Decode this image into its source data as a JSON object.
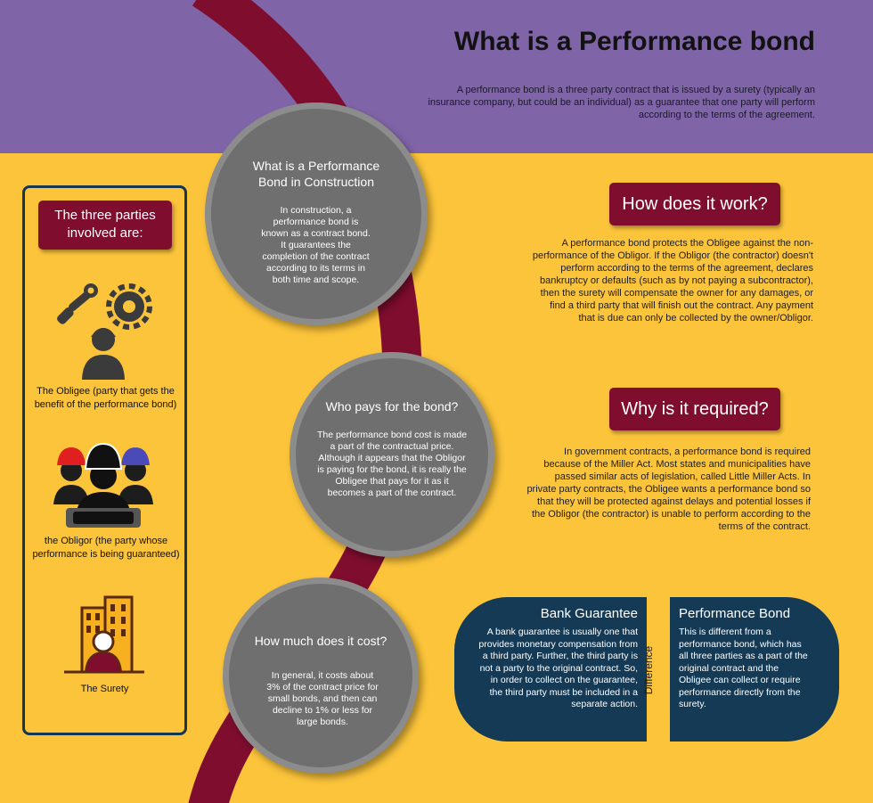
{
  "header": {
    "title": "What is a Performance bond",
    "intro": "A performance bond is a three party contract that is issued by a surety (typically an insurance company, but could be an individual) as a guarantee that one party will perform according to the terms of the agreement."
  },
  "parties": {
    "heading": "The three parties involved are:",
    "items": [
      {
        "label": "The Obligee (party that gets the benefit of the performance bond)",
        "icon": "obligee-icon"
      },
      {
        "label": "the Obligor (the party whose performance is being guaranteed)",
        "icon": "workers-icon"
      },
      {
        "label": "The Surety",
        "icon": "building-icon"
      }
    ]
  },
  "circles": {
    "construction": {
      "title": "What is a Performance Bond in Construction",
      "body": "In construction, a performance bond is known as a contract bond. It guarantees the completion of the contract according to its terms in both time and scope."
    },
    "who_pays": {
      "title": "Who pays for the bond?",
      "body": "The performance bond cost is made a part of the contractual price.  Although it appears that the Obligor is paying for the bond, it is really the Obligee that pays for it as it becomes a part of the contract."
    },
    "cost": {
      "title": "How much does it cost?",
      "body": "In general, it costs about 3% of the contract price for small bonds, and then can decline to 1% or less for large bonds."
    }
  },
  "how": {
    "heading": "How does it work?",
    "body": "A performance bond protects the Obligee against the non-performance of the Obligor. If the Obligor (the contractor) doesn't perform according to the terms of the agreement, declares bankruptcy or defaults (such as by not paying a subcontractor), then the surety will compensate the owner for any damages, or find a third party that will finish out the contract. Any payment that is due can only be collected by the owner/Obligor."
  },
  "why": {
    "heading": "Why is it required?",
    "body": "In government contracts, a performance bond is required because of the Miller Act.  Most states and municipalities have passed similar acts of legislation, called Little Miller Acts. In private party contracts, the Obligee wants a performance bond so that they will be protected against delays and potential losses if the Obligor (the contractor) is unable to perform according to the terms of the contract."
  },
  "difference": {
    "label": "Difference",
    "bank": {
      "heading": "Bank Guarantee",
      "body": "A bank guarantee is usually one that provides monetary compensation from a third party. Further, the third party is not a party to the original contract. So, in order to collect on the guarantee, the third party must be included in a separate action."
    },
    "perf": {
      "heading": "Performance Bond",
      "body": "This is different from a performance bond, which has all three parties as a part of the original contract and the Obligee can collect or require performance directly from the surety."
    }
  },
  "colors": {
    "header_bg": "#8064a8",
    "page_bg": "#fcc43a",
    "accent_maroon": "#7f0d2e",
    "navy": "#153a56",
    "circle_gray": "#6f6f6f"
  }
}
